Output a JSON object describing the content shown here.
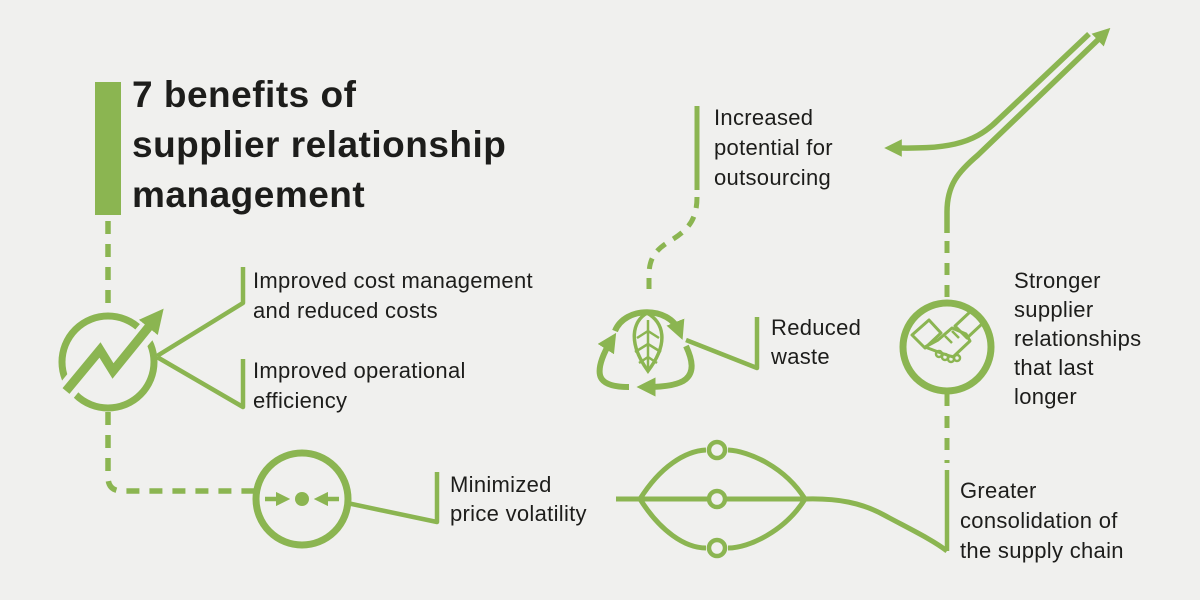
{
  "canvas": {
    "accent_color": "#8BB551",
    "background_color": "#F0F0EE",
    "text_color": "#1D1D1B"
  },
  "title": {
    "text": "7 benefits of\nsupplier relationship\nmanagement"
  },
  "benefits": [
    {
      "id": "cost",
      "label": "Improved cost management\nand reduced costs",
      "icon": "growth-chart-icon"
    },
    {
      "id": "efficiency",
      "label": "Improved operational\nefficiency",
      "icon": "growth-chart-icon"
    },
    {
      "id": "outsourcing",
      "label": "Increased\npotential for\noutsourcing",
      "icon": "road-exit-arrows-icon"
    },
    {
      "id": "waste",
      "label": "Reduced\nwaste",
      "icon": "recycle-leaf-icon"
    },
    {
      "id": "relationships",
      "label": "Stronger\nsupplier\nrelationships\nthat last\nlonger",
      "icon": "handshake-icon"
    },
    {
      "id": "volatility",
      "label": "Minimized\nprice volatility",
      "icon": "converging-arrows-target-icon"
    },
    {
      "id": "consolidation",
      "label": "Greater\nconsolidation of\nthe supply chain",
      "icon": "merging-paths-icon"
    }
  ]
}
